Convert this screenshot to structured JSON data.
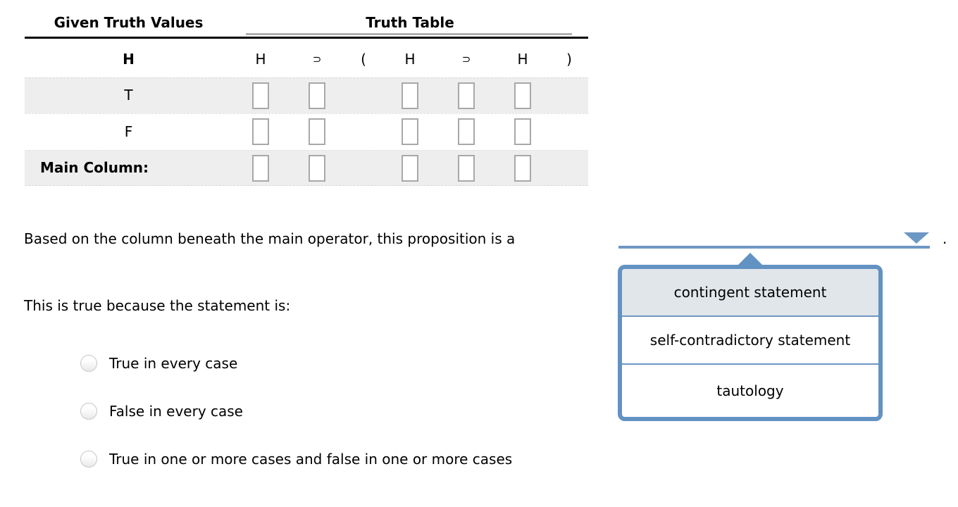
{
  "table": {
    "given_header": "Given Truth Values",
    "truth_table_header": "Truth Table",
    "variable_header": "H",
    "formula_tokens": [
      "H",
      "⊃",
      "(",
      "H",
      "⊃",
      "H",
      ")"
    ],
    "row_labels": {
      "row1": "T",
      "row2": "F",
      "row3": "Main Column:"
    },
    "input_value": ""
  },
  "question": {
    "prompt": "Based on the column beneath the main operator, this proposition is a",
    "suffix": ".",
    "dropdown_value": "",
    "dropdown_options": [
      "contingent statement",
      "self-contradictory statement",
      "tautology"
    ],
    "highlighted_option": "contingent statement"
  },
  "followup": {
    "prompt": "This is true because the statement is:",
    "options": [
      "True in every case",
      "False in every case",
      "True in one or more cases and false in one or more cases"
    ]
  },
  "colors": {
    "accent_blue": "#6292c2",
    "underline_blue": "#6d98c4",
    "row_shade": "#eeeeee",
    "box_border": "#a8a8a8",
    "header_rule_gray": "#b0b0b0",
    "highlighted_item_bg": "#e1e6ea"
  }
}
